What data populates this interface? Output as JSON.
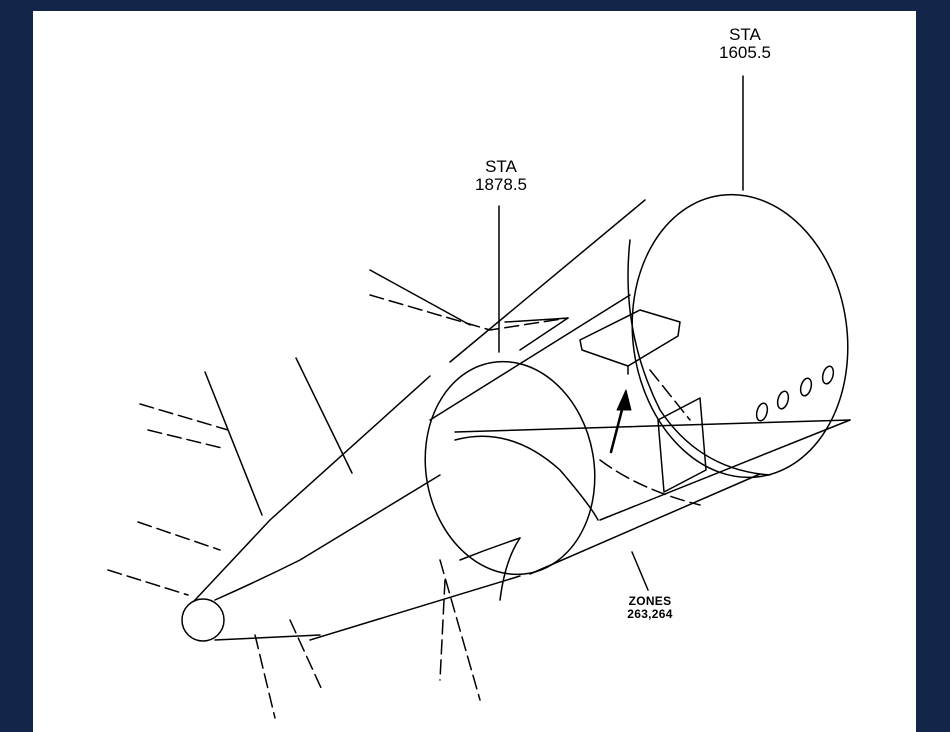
{
  "labels": {
    "sta_forward": {
      "line1": "STA",
      "line2": "1605.5"
    },
    "sta_aft": {
      "line1": "STA",
      "line2": "1878.5"
    },
    "zones": {
      "line1": "ZONES",
      "line2": "263,264"
    }
  },
  "colors": {
    "background": "#13264a",
    "panel": "#ffffff",
    "ink": "#000000"
  },
  "icons": {
    "pointer": "arrow-up-icon"
  }
}
